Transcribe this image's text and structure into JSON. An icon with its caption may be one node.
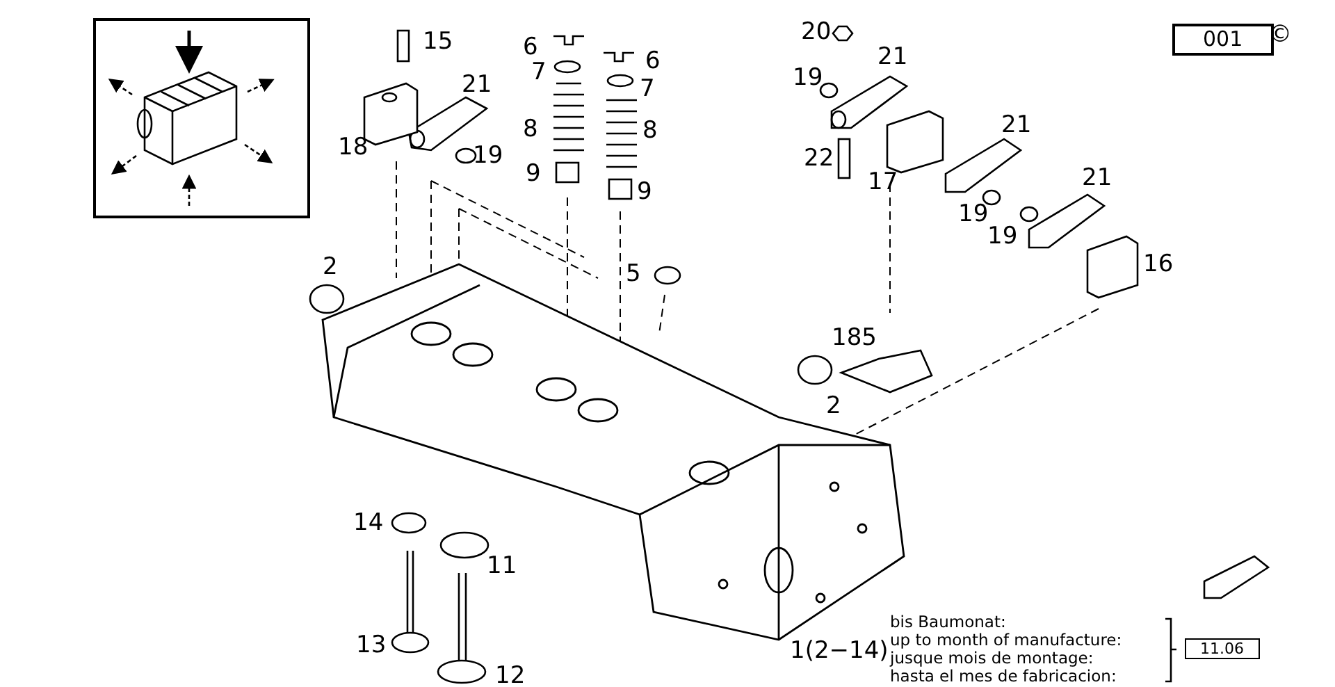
{
  "diagram": {
    "labels": [
      "001",
      "©",
      "20",
      "15",
      "6",
      "21",
      "6",
      "7",
      "19",
      "21",
      "7",
      "8",
      "8",
      "21",
      "18",
      "19",
      "22",
      "9",
      "21",
      "17",
      "9",
      "19",
      "19",
      "16",
      "2",
      "5",
      "185",
      "2",
      "14",
      "11",
      "bis Baumonat:",
      "up to month of manufacture:",
      "11.06",
      "1(2−14)",
      "jusque mois de montage:",
      "13",
      "hasta el mes de fabricacion:",
      "12"
    ]
  }
}
